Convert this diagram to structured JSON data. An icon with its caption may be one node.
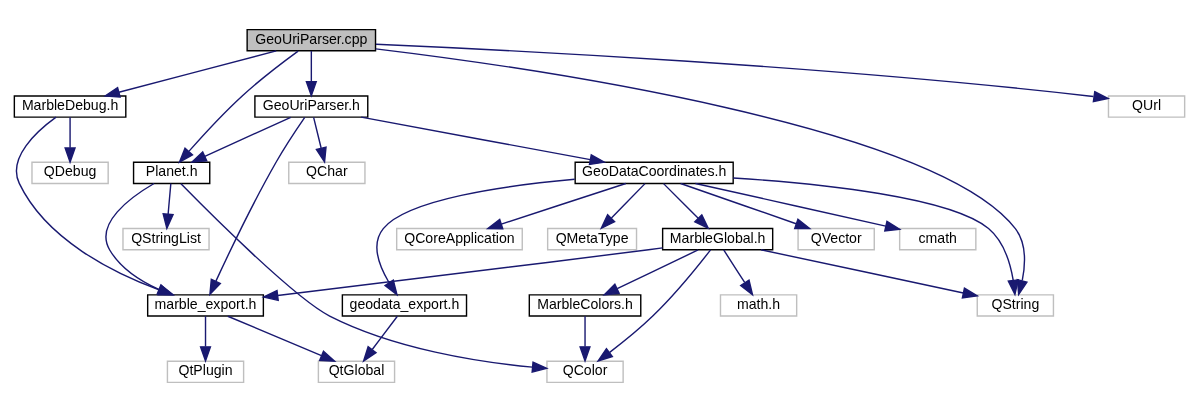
{
  "diagram": {
    "nodes": [
      {
        "text": [
          "GeoUriParser.cpp"
        ]
      },
      {
        "text": [
          "MarbleDebug.h"
        ]
      },
      {
        "text": [
          "GeoUriParser.h"
        ]
      },
      {
        "text": [
          "QUrl"
        ]
      },
      {
        "text": [
          "QDebug"
        ]
      },
      {
        "text": [
          "Planet.h"
        ]
      },
      {
        "text": [
          "QChar"
        ]
      },
      {
        "text": [
          "GeoDataCoordinates.h"
        ]
      },
      {
        "text": [
          "QStringList"
        ]
      },
      {
        "text": [
          "QVector"
        ]
      },
      {
        "text": [
          "cmath"
        ]
      },
      {
        "text": [
          "MarbleGlobal.h"
        ]
      },
      {
        "text": [
          "QCoreApplication"
        ]
      },
      {
        "text": [
          "QMetaType"
        ]
      },
      {
        "text": [
          "marble_export.h"
        ]
      },
      {
        "text": [
          "geodata_export.h"
        ]
      },
      {
        "text": [
          "MarbleColors.h"
        ]
      },
      {
        "text": [
          "math.h"
        ]
      },
      {
        "text": [
          "QString"
        ]
      },
      {
        "text": [
          "QtPlugin"
        ]
      },
      {
        "text": [
          "QtGlobal"
        ]
      },
      {
        "text": [
          "QColor"
        ]
      }
    ],
    "edges": [
      {
        "from": 0,
        "to": 1,
        "arrow": "to"
      },
      {
        "from": 0,
        "to": 5,
        "arrow": "to"
      },
      {
        "from": 0,
        "to": 2,
        "arrow": "to"
      },
      {
        "from": 0,
        "to": 18,
        "arrow": "to"
      },
      {
        "from": 0,
        "to": 3,
        "arrow": "to"
      },
      {
        "from": 1,
        "to": 4,
        "arrow": "to"
      },
      {
        "from": 1,
        "to": 14,
        "arrow": "to"
      },
      {
        "from": 2,
        "to": 5,
        "arrow": "to"
      },
      {
        "from": 2,
        "to": 6,
        "arrow": "to"
      },
      {
        "from": 2,
        "to": 14,
        "arrow": "to"
      },
      {
        "from": 2,
        "to": 7,
        "arrow": "to"
      },
      {
        "from": 5,
        "to": 8,
        "arrow": "to"
      },
      {
        "from": 5,
        "to": 14,
        "arrow": "to"
      },
      {
        "from": 5,
        "to": 21,
        "arrow": "to"
      },
      {
        "from": 7,
        "to": 15,
        "arrow": "to"
      },
      {
        "from": 7,
        "to": 9,
        "arrow": "to"
      },
      {
        "from": 7,
        "to": 10,
        "arrow": "to"
      },
      {
        "from": 7,
        "to": 11,
        "arrow": "to"
      },
      {
        "from": 7,
        "to": 12,
        "arrow": "to"
      },
      {
        "from": 7,
        "to": 13,
        "arrow": "to"
      },
      {
        "from": 7,
        "to": 18,
        "arrow": "to"
      },
      {
        "from": 11,
        "to": 14,
        "arrow": "to"
      },
      {
        "from": 11,
        "to": 21,
        "arrow": "to"
      },
      {
        "from": 11,
        "to": 16,
        "arrow": "to"
      },
      {
        "from": 11,
        "to": 17,
        "arrow": "to"
      },
      {
        "from": 11,
        "to": 18,
        "arrow": "to"
      },
      {
        "from": 14,
        "to": 19,
        "arrow": "to"
      },
      {
        "from": 14,
        "to": 20,
        "arrow": "to"
      },
      {
        "from": 15,
        "to": 20,
        "arrow": "to"
      },
      {
        "from": 16,
        "to": 21,
        "arrow": "to"
      }
    ]
  }
}
